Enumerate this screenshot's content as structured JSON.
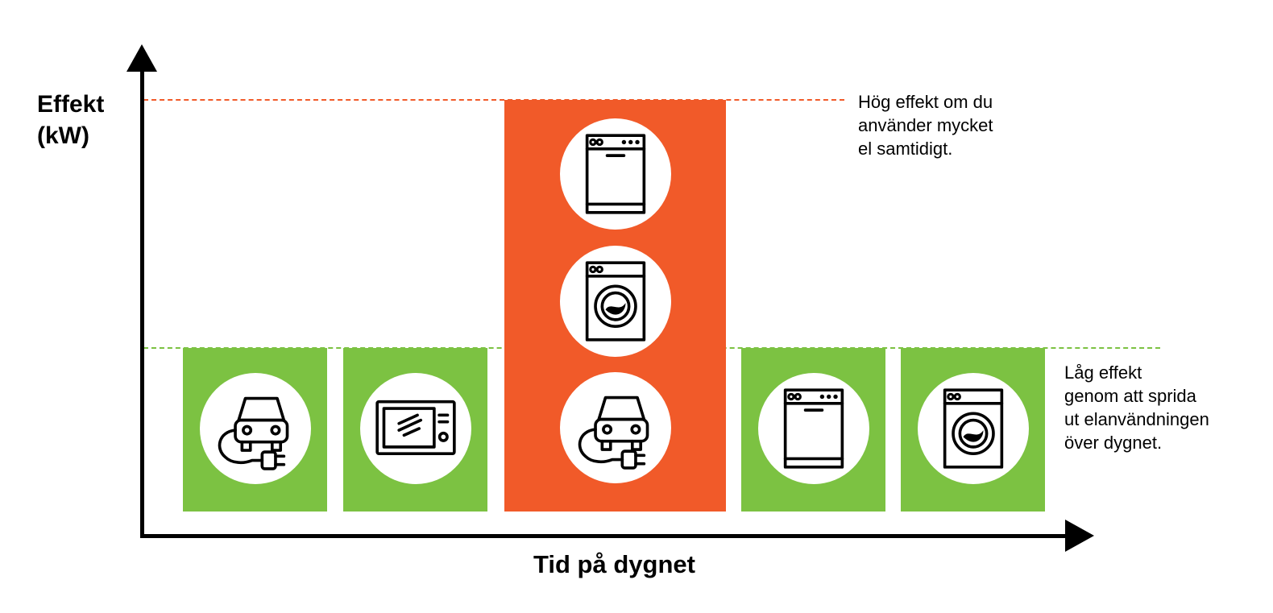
{
  "axes": {
    "y_label_line1": "Effekt",
    "y_label_line2": "(kW)",
    "x_label": "Tid på dygnet"
  },
  "annotations": {
    "high": [
      "Hög effekt om du",
      "använder mycket",
      "el samtidigt."
    ],
    "low": [
      "Låg effekt",
      "genom att sprida",
      "ut elanvändningen",
      "över dygnet."
    ]
  },
  "colors": {
    "high": "#f15a29",
    "low": "#7cc242",
    "axis": "#000000"
  },
  "low_blocks": [
    {
      "appliance": "car-charging-icon"
    },
    {
      "appliance": "microwave-icon"
    },
    {
      "appliance": "dishwasher-icon"
    },
    {
      "appliance": "washing-machine-icon"
    }
  ],
  "high_block": {
    "appliances": [
      "dishwasher-icon",
      "washing-machine-icon",
      "car-charging-icon"
    ]
  }
}
